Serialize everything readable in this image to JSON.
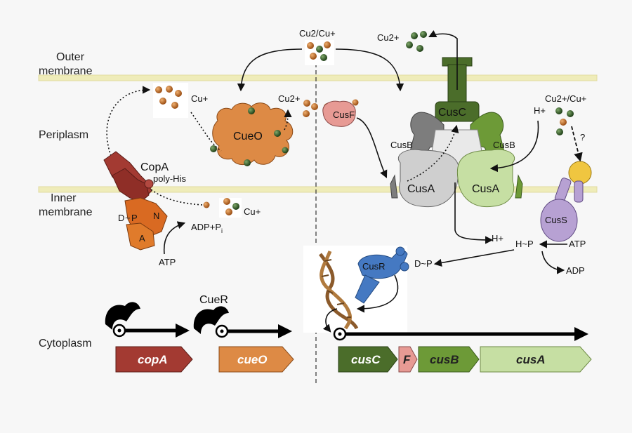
{
  "regions": {
    "outer_membrane_1": "Outer",
    "outer_membrane_2": "membrane",
    "periplasm": "Periplasm",
    "inner_membrane_1": "Inner",
    "inner_membrane_2": "membrane",
    "cytoplasm": "Cytoplasm"
  },
  "ions": {
    "cu2_cu_top": "Cu2/Cu+",
    "cu2_top_right": "Cu2+",
    "cu_plus_left": "Cu+",
    "cu2_periplasm": "Cu2+",
    "cu_plus_inner": "Cu+",
    "cu2_cu_right": "Cu2+/Cu+",
    "h_plus_cusb": "H+",
    "h_plus_lower": "H+",
    "question": "?"
  },
  "proteins": {
    "cueo": "CueO",
    "copa": "CopA",
    "poly_his": "poly-His",
    "cusf": "CusF",
    "cusb_left": "CusB",
    "cusb_right": "CusB",
    "cusc": "CusC",
    "cusa_left": "CusA",
    "cusa_right": "CusA",
    "cuss": "CusS",
    "cusr": "CusR",
    "cuer": "CueR"
  },
  "copa_domains": {
    "d": "D",
    "p": "P",
    "n": "N",
    "a": "A"
  },
  "energy": {
    "adp_pi": "ADP+P",
    "adp_pi_sub": "i",
    "atp_copa": "ATP",
    "h_p": "H~P",
    "atp_cuss": "ATP",
    "adp_cuss": "ADP",
    "d_p": "D~P"
  },
  "genes": {
    "copa": "copA",
    "cueo": "cueO",
    "cusc": "cusC",
    "cusf": "F",
    "cusb": "cusB",
    "cusa": "cusA"
  },
  "colors": {
    "copa": "#a33a32",
    "cueo": "#dd8a45",
    "cusc": "#4b6d2a",
    "cusf": "#e79a94",
    "cusb": "#6d9a37",
    "cusa": "#c6dfa3",
    "cuss": "#b7a1d3",
    "cusr": "#4579c2",
    "membrane": "#f1eebc"
  }
}
